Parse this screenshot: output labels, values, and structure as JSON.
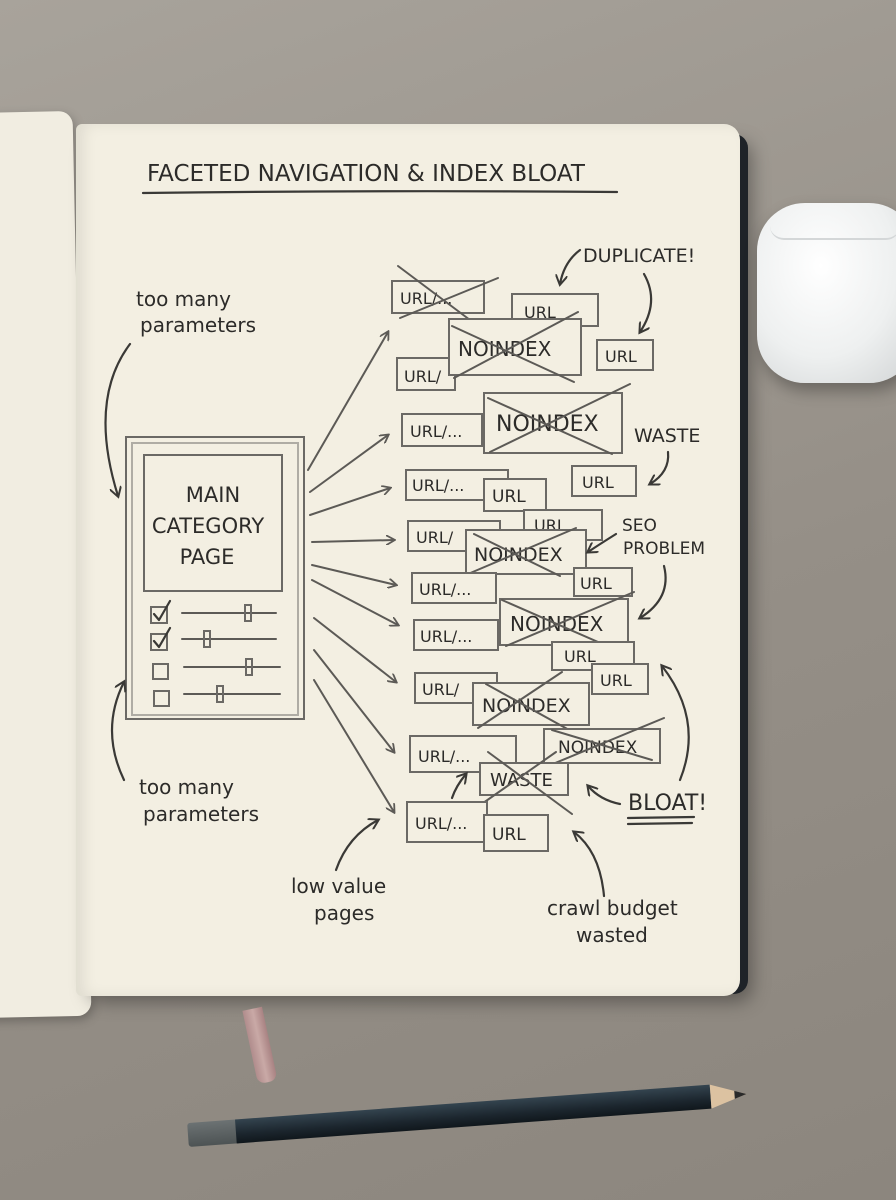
{
  "title": "FACETED NAVIGATION & INDEX BLOAT",
  "main_page": {
    "line1": "MAIN",
    "line2": "CATEGORY",
    "line3": "PAGE"
  },
  "checkboxes": [
    true,
    true,
    false,
    false
  ],
  "urls": {
    "u1": "URL/...",
    "u2": "URL",
    "u3": "URL",
    "u4": "URL/",
    "u5": "URL/...",
    "u6": "URL/...",
    "u7": "URL",
    "u8": "URL",
    "u9": "URL/",
    "u10": "URL",
    "u11": "URL/...",
    "u12": "URL",
    "u13": "URL/...",
    "u14": "URL",
    "u15": "URL/",
    "u16": "URL",
    "u17": "URL/...",
    "u18": "URL/...",
    "u19": "URL"
  },
  "noindex_label": "NOINDEX",
  "waste_label": "WASTE",
  "annotations": {
    "too_many_top_1": "too many",
    "too_many_top_2": "parameters",
    "too_many_bottom_1": "too many",
    "too_many_bottom_2": "parameters",
    "duplicate": "DUPLICATE!",
    "waste": "WASTE",
    "seo_1": "SEO",
    "seo_2": "PROBLEM",
    "bloat": "BLOAT!",
    "low_value_1": "low value",
    "low_value_2": "pages",
    "crawl_1": "crawl budget",
    "crawl_2": "wasted"
  },
  "colors": {
    "ink": "#2c2b29",
    "paper": "#f3efe2",
    "pencil": "#6b6965"
  }
}
